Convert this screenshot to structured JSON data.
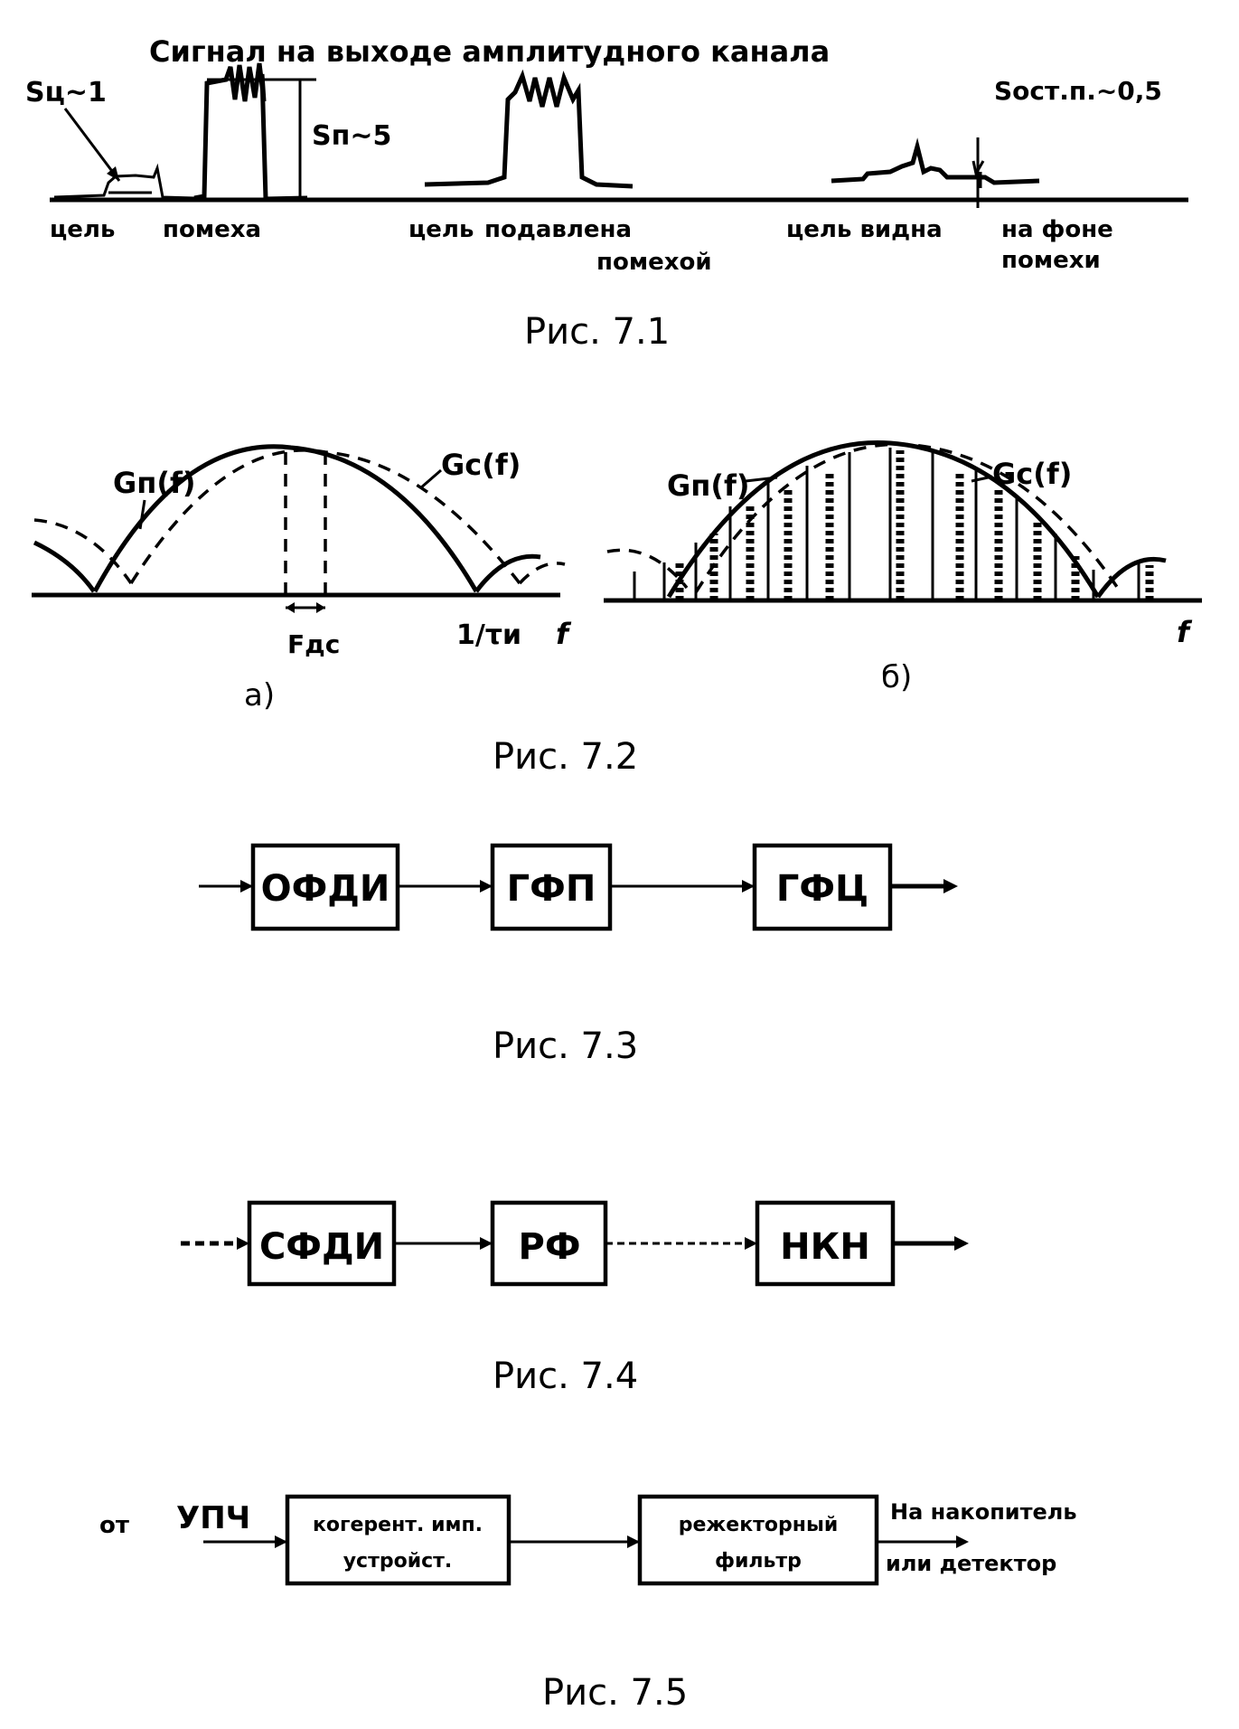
{
  "fig71": {
    "title": "Сигнал на выходе амплитудного канала",
    "s_c": "Sц~1",
    "s_p": "Sп~5",
    "s_ost": "Sост.п.~0,5",
    "lbl_target1": "цель",
    "lbl_noise": "помеха",
    "lbl_target2": "цель",
    "lbl_suppressed_1": "подавлена",
    "lbl_suppressed_2": "помехой",
    "lbl_visible_1": "цель видна",
    "lbl_visible_2": "на фоне",
    "lbl_visible_3": "помехи",
    "caption": "Рис. 7.1"
  },
  "fig72": {
    "a_gn": "Gп(f)",
    "a_gc": "Gc(f)",
    "a_fdc": "Fдс",
    "a_tau": "1/τи",
    "a_f": "f",
    "a_sub": "а)",
    "b_gn": "Gп(f)",
    "b_gc": "Gc(f)",
    "b_f": "f",
    "b_sub": "б)",
    "caption": "Рис. 7.2"
  },
  "fig73": {
    "blocks": [
      "ОФДИ",
      "ГФП",
      "ГФЦ"
    ],
    "caption": "Рис. 7.3"
  },
  "fig74": {
    "blocks": [
      "СФДИ",
      "РФ",
      "НКН"
    ],
    "caption": "Рис. 7.4"
  },
  "fig75": {
    "from_label": "от",
    "source": "УПЧ",
    "block1_line1": "когерент. имп.",
    "block1_line2": "устройст.",
    "block2_line1": "режекторный",
    "block2_line2": "фильтр",
    "out_line1": "На накопитель",
    "out_line2": "или детектор",
    "caption": "Рис. 7.5"
  }
}
